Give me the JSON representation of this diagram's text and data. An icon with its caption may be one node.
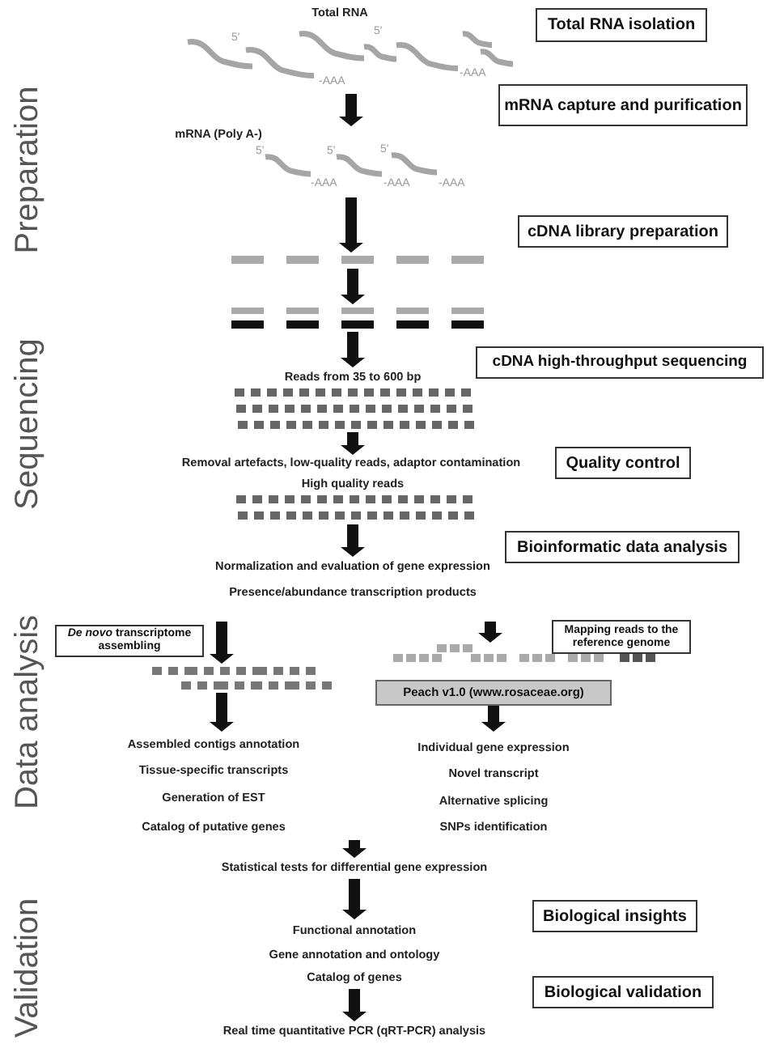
{
  "diagram": {
    "nodes": [
      {
        "text": [
          "Total RNA"
        ]
      },
      {
        "text": [
          "Total RNA isolation"
        ]
      },
      {
        "text": [
          "mRNA capture and purification"
        ]
      },
      {
        "text": [
          "mRNA (Poly A-)"
        ]
      },
      {
        "text": [
          "cDNA library preparation"
        ]
      },
      {
        "text": [],
        "shape": "bar"
      },
      {
        "text": [],
        "shape": "bar"
      },
      {
        "text": [
          "Reads from 35 to 600 bp"
        ]
      },
      {
        "text": [
          "cDNA high-throughput sequencing"
        ]
      },
      {
        "text": [
          "Removal artefacts, low-quality reads, adaptor contamination",
          "High quality reads"
        ]
      },
      {
        "text": [
          "Quality control"
        ]
      },
      {
        "text": [
          "Bioinformatic data analysis"
        ]
      },
      {
        "text": [
          "Normalization and evaluation of gene expression",
          "Presence/abundance transcription products"
        ]
      },
      {
        "text": [
          "*De novo* transcriptome assembling"
        ]
      },
      {
        "text": [
          "Mapping reads to the reference genome"
        ]
      },
      {
        "text": [],
        "shape": "bar"
      },
      {
        "text": [],
        "shape": "bar"
      },
      {
        "text": [
          "Peach v1.0 (www.rosaceae.org)"
        ]
      },
      {
        "text": [
          "Assembled contigs annotation",
          "Tissue-specific transcripts",
          "Generation of EST",
          "Catalog of putative genes"
        ]
      },
      {
        "text": [
          "Individual gene expression",
          "Novel transcript",
          "Alternative splicing",
          "SNPs identification"
        ]
      },
      {
        "text": [
          "Statistical tests for differential gene expression"
        ]
      },
      {
        "text": [
          "Functional annotation",
          "Gene annotation and ontology",
          "Catalog of genes"
        ]
      },
      {
        "text": [
          "Biological insights"
        ]
      },
      {
        "text": [
          "Biological validation"
        ]
      },
      {
        "text": [
          "Real time quantitative PCR (qRT-PCR) analysis"
        ]
      }
    ],
    "edges": [
      {
        "from": 0,
        "to": 3,
        "arrow": "to"
      },
      {
        "from": 3,
        "to": 5,
        "arrow": "to"
      },
      {
        "from": 5,
        "to": 6,
        "arrow": "to"
      },
      {
        "from": 6,
        "to": 7,
        "arrow": "to"
      },
      {
        "from": 7,
        "to": 9,
        "arrow": "to"
      },
      {
        "from": 9,
        "to": 12,
        "arrow": "to"
      },
      {
        "from": 12,
        "to": 16,
        "arrow": "to"
      },
      {
        "from": 12,
        "to": 15,
        "arrow": "to"
      },
      {
        "from": 16,
        "to": 18,
        "arrow": "to"
      },
      {
        "from": 17,
        "to": 19,
        "arrow": "to"
      },
      {
        "from": 18,
        "to": 20,
        "arrow": "to"
      },
      {
        "from": 19,
        "to": 20,
        "arrow": "to"
      },
      {
        "from": 20,
        "to": 21,
        "arrow": "to"
      },
      {
        "from": 21,
        "to": 24,
        "arrow": "to"
      }
    ],
    "labels": [
      "5'",
      "5'",
      "-AAA",
      "-AAA",
      "5'",
      "5'",
      "5'",
      "-AAA",
      "-AAA",
      "-AAA",
      "Preparation",
      "Sequencing",
      "Data analysis",
      "Validation"
    ]
  }
}
